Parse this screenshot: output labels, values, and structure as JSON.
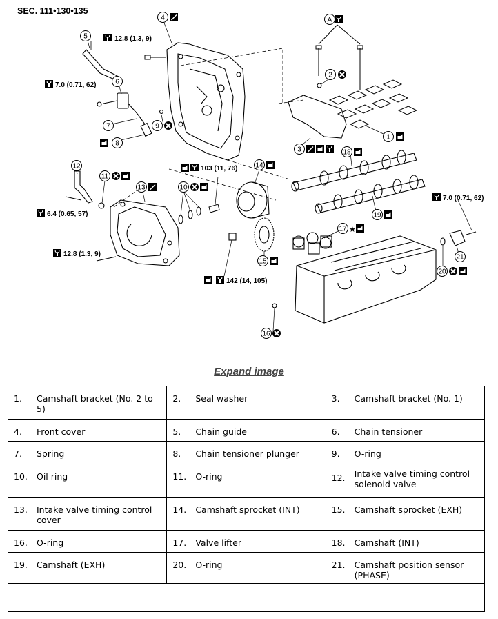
{
  "diagram": {
    "section_label": "SEC. 111•130•135",
    "callout_letter": "A",
    "callouts": [
      "1",
      "2",
      "3",
      "4",
      "5",
      "6",
      "7",
      "8",
      "9",
      "10",
      "11",
      "12",
      "13",
      "14",
      "15",
      "16",
      "17",
      "18",
      "19",
      "20",
      "21"
    ],
    "torque_values": {
      "t_front_cover_bolt": "12.8 (1.3, 9)",
      "t_tensioner": "7.0 (0.71, 62)",
      "t_oil_ring_bolt": "103 (11, 76)",
      "t_solenoid": "6.4 (0.65, 57)",
      "t_int_cover": "12.8 (1.3, 9)",
      "t_sprocket_exh": "142 (14, 105)",
      "t_sensor": "7.0 (0.71, 62)"
    },
    "star_symbol": "★"
  },
  "expand_link_label": "Expand image",
  "legend": {
    "rows": [
      [
        {
          "num": "1.",
          "desc": "Camshaft bracket (No. 2 to 5)"
        },
        {
          "num": "2.",
          "desc": "Seal washer"
        },
        {
          "num": "3.",
          "desc": "Camshaft bracket (No. 1)"
        }
      ],
      [
        {
          "num": "4.",
          "desc": "Front cover"
        },
        {
          "num": "5.",
          "desc": "Chain guide"
        },
        {
          "num": "6.",
          "desc": "Chain tensioner"
        }
      ],
      [
        {
          "num": "7.",
          "desc": "Spring"
        },
        {
          "num": "8.",
          "desc": "Chain tensioner plunger"
        },
        {
          "num": "9.",
          "desc": "O-ring"
        }
      ],
      [
        {
          "num": "10.",
          "desc": "Oil ring"
        },
        {
          "num": "11.",
          "desc": "O-ring"
        },
        {
          "num": "12.",
          "desc": "Intake valve timing control solenoid valve"
        }
      ],
      [
        {
          "num": "13.",
          "desc": "Intake valve timing control cover"
        },
        {
          "num": "14.",
          "desc": "Camshaft sprocket (INT)"
        },
        {
          "num": "15.",
          "desc": "Camshaft sprocket (EXH)"
        }
      ],
      [
        {
          "num": "16.",
          "desc": "O-ring"
        },
        {
          "num": "17.",
          "desc": "Valve lifter"
        },
        {
          "num": "18.",
          "desc": "Camshaft (INT)"
        }
      ],
      [
        {
          "num": "19.",
          "desc": "Camshaft (EXH)"
        },
        {
          "num": "20.",
          "desc": "O-ring"
        },
        {
          "num": "21.",
          "desc": "Camshaft position sensor (PHASE)"
        }
      ]
    ]
  }
}
